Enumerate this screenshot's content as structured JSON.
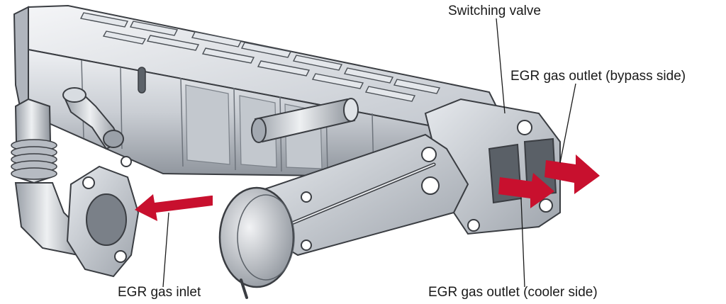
{
  "labels": {
    "switching_valve": "Switching valve",
    "outlet_bypass": "EGR gas outlet (bypass side)",
    "outlet_cooler": "EGR gas outlet (cooler side)",
    "inlet": "EGR gas inlet"
  },
  "colors": {
    "arrow": "#c8102e",
    "metal_light": "#d9dde3",
    "metal_mid": "#b9bec6",
    "metal_dark": "#7d838c",
    "outline": "#3a3d42"
  }
}
